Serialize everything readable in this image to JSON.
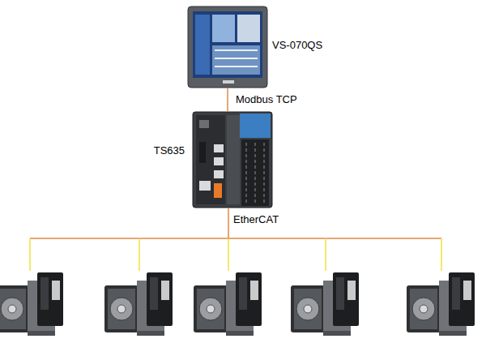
{
  "diagram": {
    "nodes": [
      {
        "text": [
          "VS-070QS"
        ]
      },
      {
        "text": [
          "TS635"
        ]
      }
    ],
    "edges": [
      {
        "from": 0,
        "to": 1,
        "label": "Modbus TCP",
        "arrow": "none"
      }
    ],
    "labels": [
      "EtherCAT"
    ]
  }
}
